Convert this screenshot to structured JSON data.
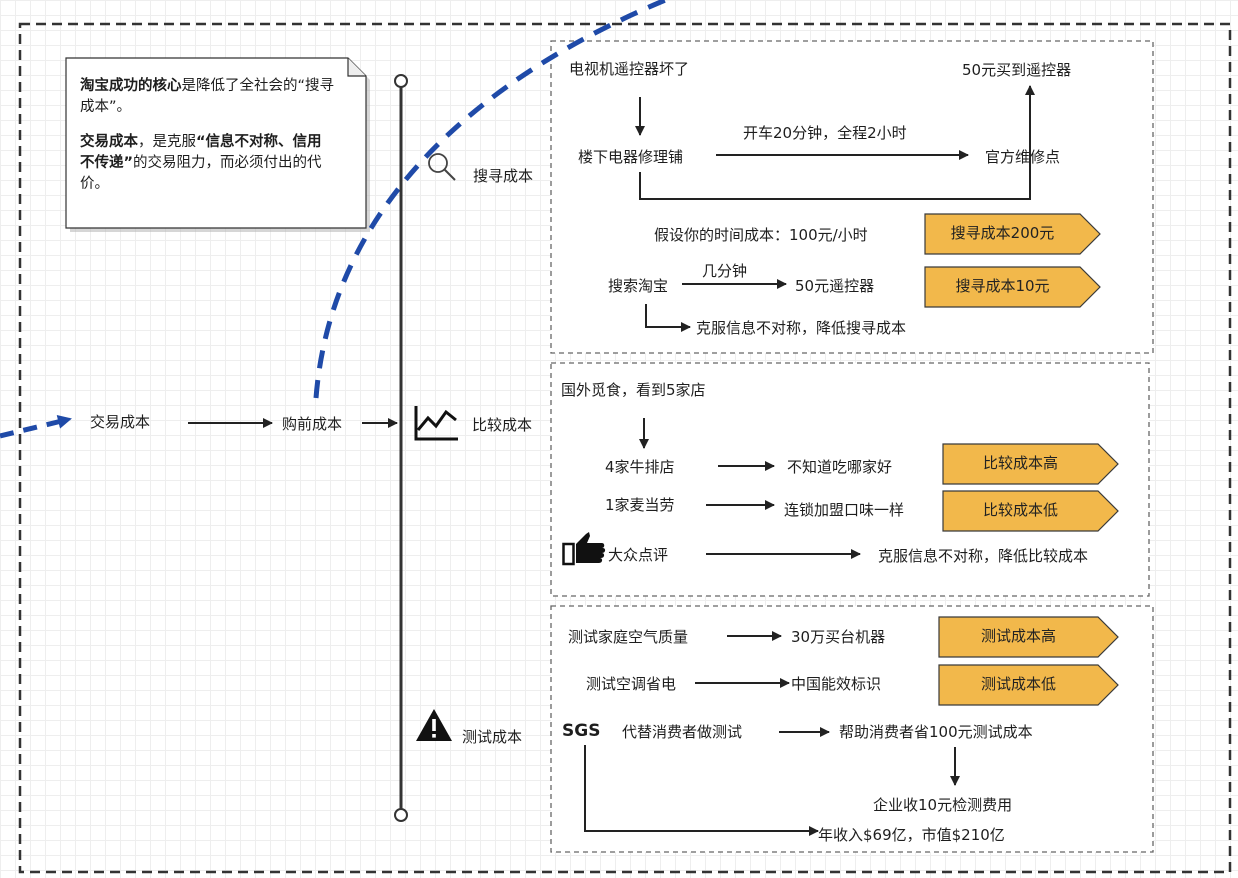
{
  "note": {
    "line1_bold": "淘宝成功的核心",
    "line1_rest": "是降低了全社会的“搜寻成本”。",
    "line2_bold1": "交易成本",
    "line2_mid": "，是克服",
    "line2_bold2": "“信息不对称、信用不传递”",
    "line2_rest": "的交易阻力，而必须付出的代价。"
  },
  "flow": {
    "transaction_cost": "交易成本",
    "pre_purchase_cost": "购前成本"
  },
  "branches": {
    "search": "搜寻成本",
    "compare": "比较成本",
    "test": "测试成本"
  },
  "icons": {
    "search": "magnifier-icon",
    "compare": "chart-icon",
    "test": "warning-icon",
    "thumb": "thumbs-up-icon"
  },
  "search_box": {
    "remote_broken": "电视机遥控器坏了",
    "buy_50": "50元买到遥控器",
    "downstairs_shop": "楼下电器修理铺",
    "drive": "开车20分钟，全程2小时",
    "official_point": "官方维修点",
    "time_cost": "假设你的时间成本：100元/小时",
    "tag1": "搜寻成本200元",
    "search_taobao": "搜索淘宝",
    "few_minutes": "几分钟",
    "remote_50": "50元遥控器",
    "tag2": "搜寻成本10元",
    "overcome": "克服信息不对称，降低搜寻成本"
  },
  "compare_box": {
    "abroad": "国外觅食，看到5家店",
    "steak": "4家牛排店",
    "unknown": "不知道吃哪家好",
    "tag1": "比较成本高",
    "mcd": "1家麦当劳",
    "chain": "连锁加盟口味一样",
    "tag2": "比较成本低",
    "dianping": "大众点评",
    "overcome": "克服信息不对称，降低比较成本"
  },
  "test_box": {
    "air_quality": "测试家庭空气质量",
    "machine": "30万买台机器",
    "tag1": "测试成本高",
    "ac_power": "测试空调省电",
    "energy_label": "中国能效标识",
    "tag2": "测试成本低",
    "sgs": "SGS",
    "sgs_desc": "代替消费者做测试",
    "help_save": "帮助消费者省100元测试成本",
    "fee": "企业收10元检测费用",
    "revenue": "年收入$69亿，市值$210亿"
  },
  "colors": {
    "tag_fill": "#F2B84B",
    "tag_stroke": "#3a3a3a",
    "blue_arrow": "#1f4aa8",
    "line": "#222222"
  }
}
